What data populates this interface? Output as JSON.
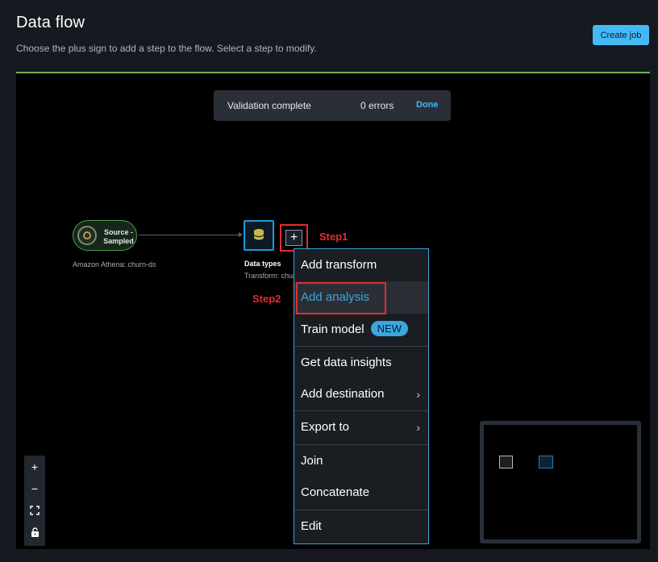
{
  "header": {
    "title": "Data flow",
    "subtitle": "Choose the plus sign to add a step to the flow. Select a step to modify.",
    "create_job_label": "Create job"
  },
  "validation": {
    "label": "Validation complete",
    "errors": "0 errors",
    "done": "Done"
  },
  "source_node": {
    "label_line1": "Source -",
    "label_line2": "Sampled",
    "caption": "Amazon Athena: churn-ds",
    "icon": "athena-icon"
  },
  "data_types_node": {
    "label": "Data types",
    "sub": "Transform: churn-ds",
    "icon": "database-icon"
  },
  "plus_node": {
    "glyph": "+"
  },
  "annotations": {
    "step1": "Step1",
    "step2": "Step2"
  },
  "menu": {
    "items": [
      {
        "label": "Add transform"
      },
      {
        "label": "Add analysis"
      },
      {
        "label": "Train model",
        "badge": "NEW"
      },
      {
        "label": "Get data insights"
      },
      {
        "label": "Add destination",
        "chevron": "›"
      },
      {
        "label": "Export to",
        "chevron": "›"
      },
      {
        "label": "Join"
      },
      {
        "label": "Concatenate"
      },
      {
        "label": "Edit"
      }
    ]
  },
  "zoom_controls": {
    "zoom_in": "+",
    "zoom_out": "−",
    "fit": "fit-view-icon",
    "lock": "lock-icon"
  },
  "colors": {
    "accent": "#44b9f6",
    "annotation_red": "#e42d2d",
    "success_green": "#6bb34e"
  }
}
